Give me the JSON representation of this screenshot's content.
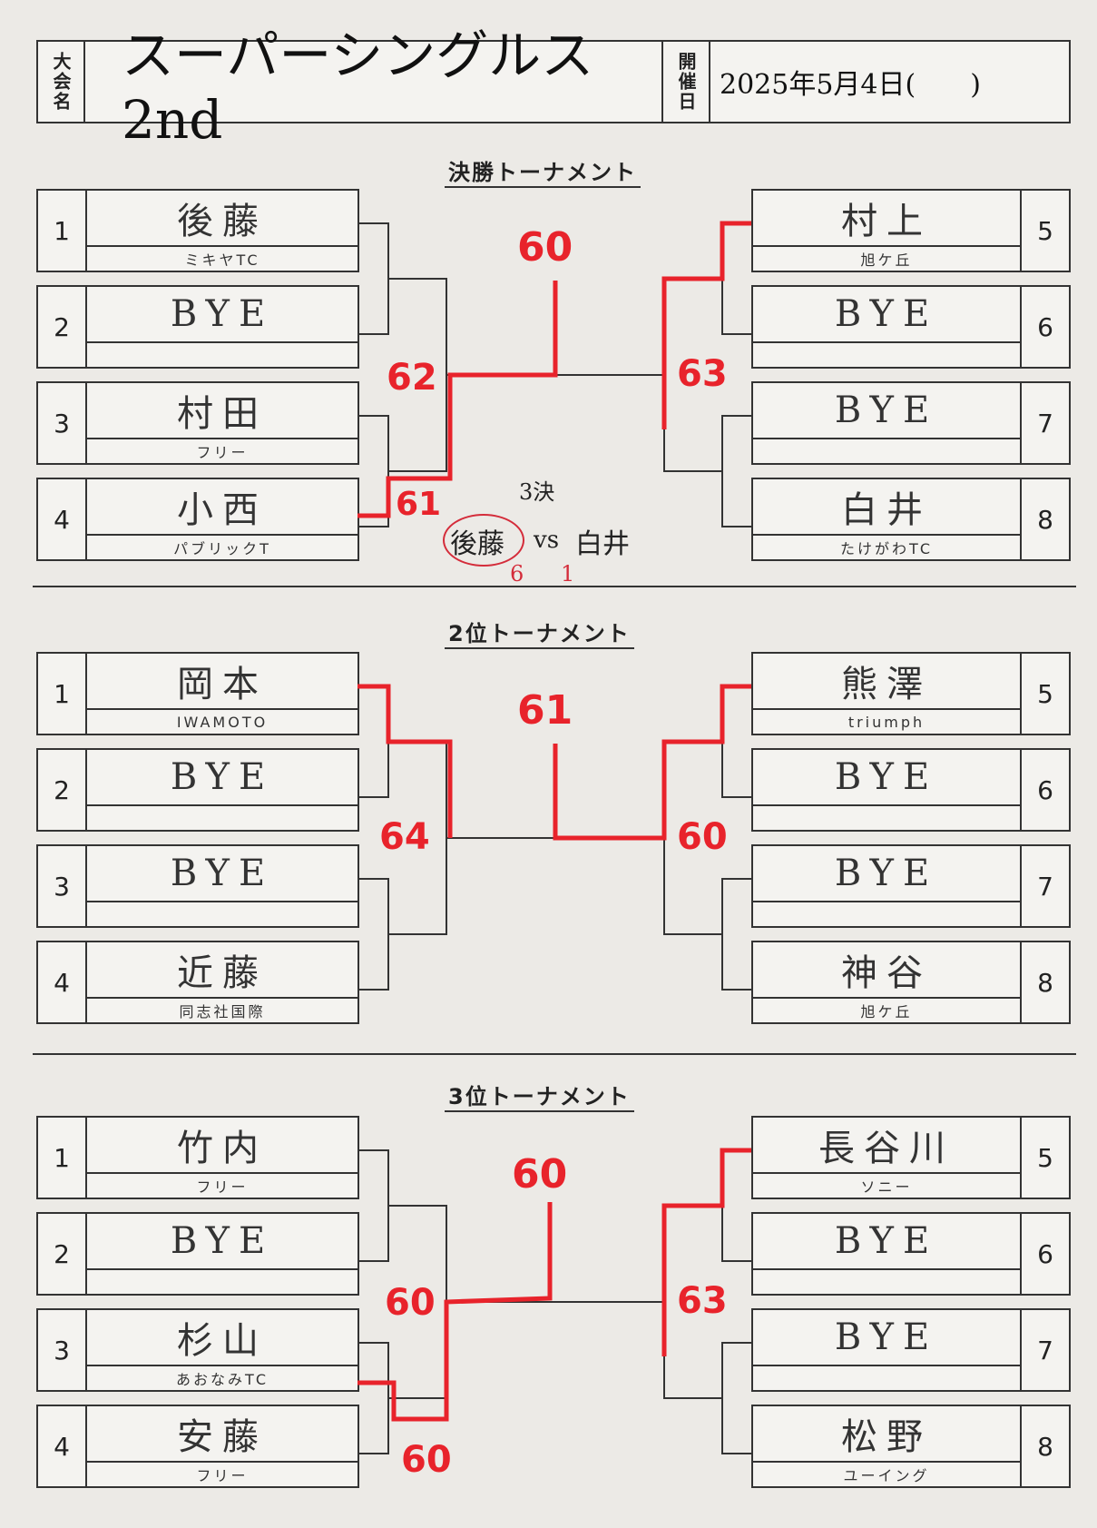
{
  "header": {
    "event_label": "大会名",
    "event_name": "スーパーシングルス 2nd",
    "date_label": "開催日",
    "date_value": "2025年5月4日(　　)"
  },
  "sections": [
    {
      "title": "決勝トーナメント",
      "left": [
        {
          "seed": "1",
          "name": "後藤",
          "club": "ミキヤTC"
        },
        {
          "seed": "2",
          "name": "BYE",
          "club": ""
        },
        {
          "seed": "3",
          "name": "村田",
          "club": "フリー"
        },
        {
          "seed": "4",
          "name": "小西",
          "club": "パブリックT"
        }
      ],
      "right": [
        {
          "seed": "5",
          "name": "村上",
          "club": "旭ケ丘"
        },
        {
          "seed": "6",
          "name": "BYE",
          "club": ""
        },
        {
          "seed": "7",
          "name": "BYE",
          "club": ""
        },
        {
          "seed": "8",
          "name": "白井",
          "club": "たけがわTC"
        }
      ],
      "scores": {
        "semi_left": "61",
        "final_left": "62",
        "final_right": "63",
        "champion": "60"
      }
    },
    {
      "title": "2位トーナメント",
      "left": [
        {
          "seed": "1",
          "name": "岡本",
          "club": "IWAMOTO"
        },
        {
          "seed": "2",
          "name": "BYE",
          "club": ""
        },
        {
          "seed": "3",
          "name": "BYE",
          "club": ""
        },
        {
          "seed": "4",
          "name": "近藤",
          "club": "同志社国際"
        }
      ],
      "right": [
        {
          "seed": "5",
          "name": "熊澤",
          "club": "triumph"
        },
        {
          "seed": "6",
          "name": "BYE",
          "club": ""
        },
        {
          "seed": "7",
          "name": "BYE",
          "club": ""
        },
        {
          "seed": "8",
          "name": "神谷",
          "club": "旭ケ丘"
        }
      ],
      "scores": {
        "final_left": "64",
        "final_right": "60",
        "champion": "61"
      }
    },
    {
      "title": "3位トーナメント",
      "left": [
        {
          "seed": "1",
          "name": "竹内",
          "club": "フリー"
        },
        {
          "seed": "2",
          "name": "BYE",
          "club": ""
        },
        {
          "seed": "3",
          "name": "杉山",
          "club": "あおなみTC"
        },
        {
          "seed": "4",
          "name": "安藤",
          "club": "フリー"
        }
      ],
      "right": [
        {
          "seed": "5",
          "name": "長谷川",
          "club": "ソニー"
        },
        {
          "seed": "6",
          "name": "BYE",
          "club": ""
        },
        {
          "seed": "7",
          "name": "BYE",
          "club": ""
        },
        {
          "seed": "8",
          "name": "松野",
          "club": "ユーイング"
        }
      ],
      "scores": {
        "semi_left": "60",
        "final_left": "60",
        "final_right": "63",
        "champion": "60"
      }
    }
  ],
  "third_place": {
    "label": "3決",
    "player1": "後藤",
    "vs": "vs",
    "player2": "白井",
    "score1": "6",
    "score2": "1"
  },
  "colors": {
    "ink": "#333333",
    "winner_line": "#e8232b",
    "paper": "#eceae6"
  }
}
